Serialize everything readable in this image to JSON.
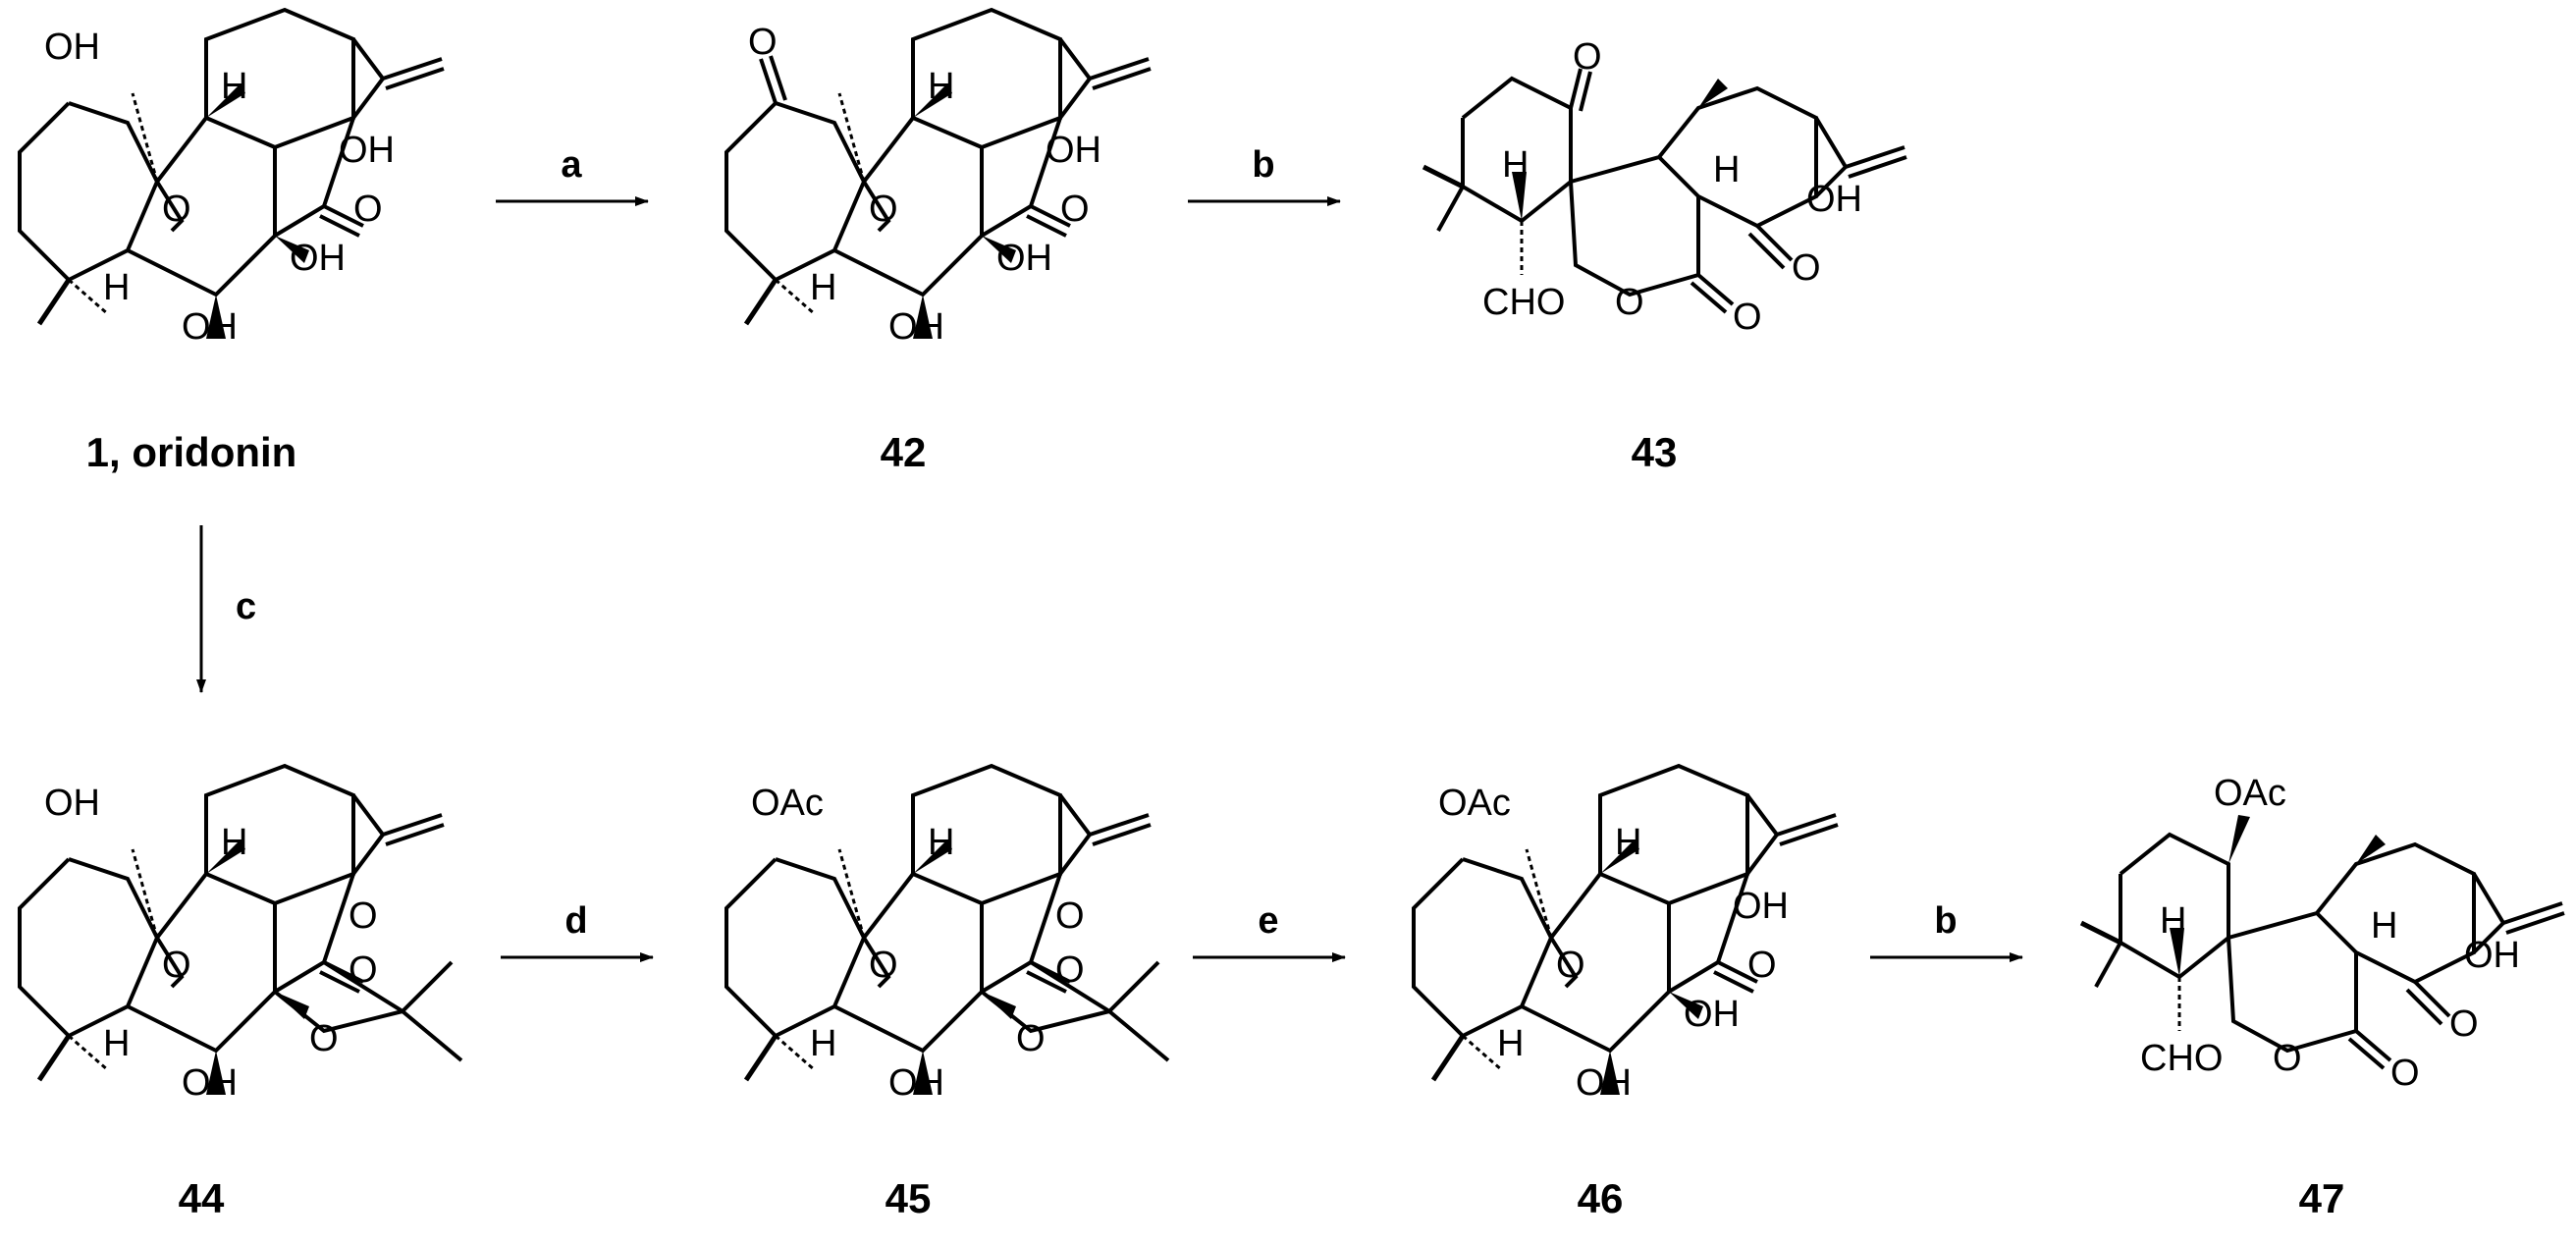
{
  "compounds": {
    "c1": "1, oridonin",
    "c42": "42",
    "c43": "43",
    "c44": "44",
    "c45": "45",
    "c46": "46",
    "c47": "47"
  },
  "reagents": {
    "a": "a",
    "b1": "b",
    "c": "c",
    "d": "d",
    "e": "e",
    "b2": "b"
  },
  "atoms": {
    "oh": "OH",
    "oac": "OAc",
    "h": "H",
    "o": "O",
    "cho": "CHO",
    "oo": "O"
  },
  "colors": {
    "ink": "#000000",
    "background": "#ffffff"
  }
}
